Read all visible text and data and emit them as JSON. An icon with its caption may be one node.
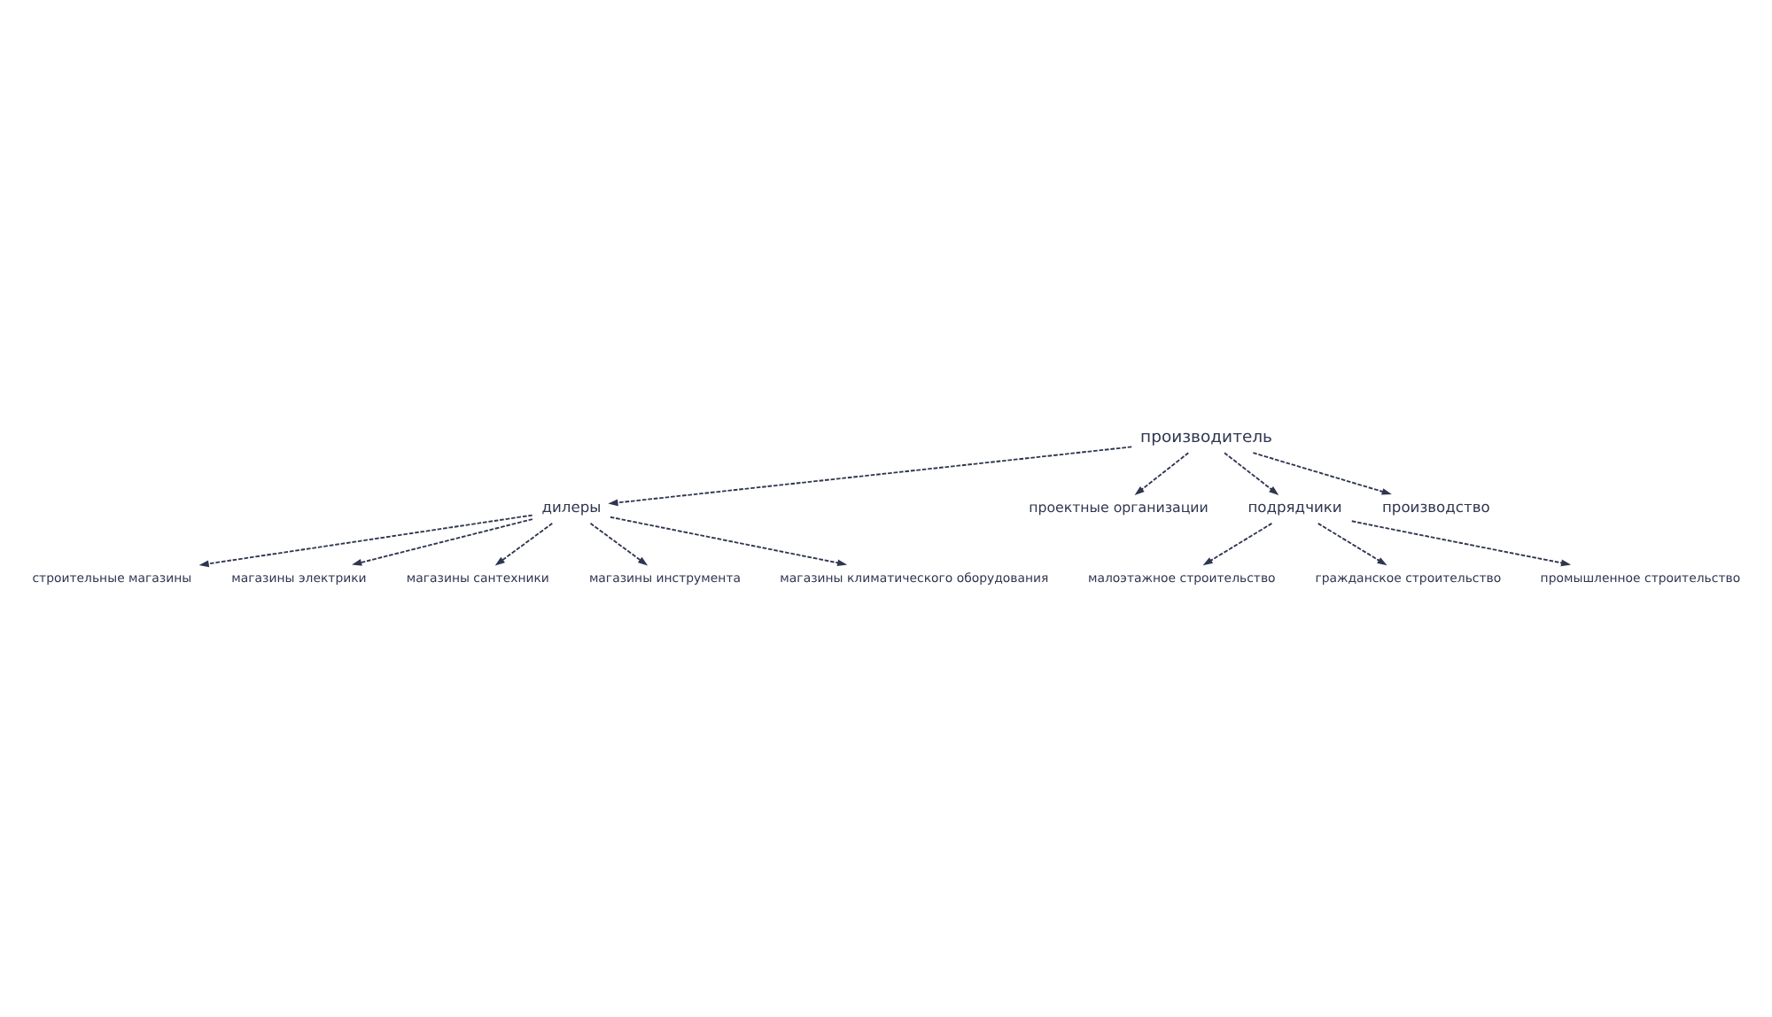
{
  "diagram": {
    "nodes": [
      {
        "text": [
          "производитель"
        ]
      },
      {
        "text": [
          "дилеры"
        ]
      },
      {
        "text": [
          "проектные организации"
        ]
      },
      {
        "text": [
          "подрядчики"
        ]
      },
      {
        "text": [
          "производство"
        ]
      },
      {
        "text": [
          "строительные магазины"
        ]
      },
      {
        "text": [
          "магазины электрики"
        ]
      },
      {
        "text": [
          "магазины сантехники"
        ]
      },
      {
        "text": [
          "магазины инструмента"
        ]
      },
      {
        "text": [
          "магазины климатического оборудования"
        ]
      },
      {
        "text": [
          "малоэтажное строительство"
        ]
      },
      {
        "text": [
          "гражданское строительство"
        ]
      },
      {
        "text": [
          "промышленное строительство"
        ]
      }
    ],
    "edges": [
      {
        "from": 0,
        "to": 1,
        "arrow": "to",
        "style": "dashed"
      },
      {
        "from": 0,
        "to": 3,
        "arrow": "to",
        "style": "dashed"
      },
      {
        "from": 0,
        "to": 4,
        "arrow": "to",
        "style": "dashed"
      },
      {
        "from": 0,
        "to": 2,
        "arrow": "to",
        "style": "dashed"
      },
      {
        "from": 1,
        "to": 5,
        "arrow": "to",
        "style": "dashed"
      },
      {
        "from": 1,
        "to": 6,
        "arrow": "to",
        "style": "dashed"
      },
      {
        "from": 1,
        "to": 7,
        "arrow": "to",
        "style": "dashed"
      },
      {
        "from": 1,
        "to": 8,
        "arrow": "to",
        "style": "dashed"
      },
      {
        "from": 1,
        "to": 9,
        "arrow": "to",
        "style": "dashed"
      },
      {
        "from": 3,
        "to": 10,
        "arrow": "to",
        "style": "dashed"
      },
      {
        "from": 3,
        "to": 11,
        "arrow": "to",
        "style": "dashed"
      },
      {
        "from": 3,
        "to": 12,
        "arrow": "to",
        "style": "dashed"
      }
    ]
  }
}
